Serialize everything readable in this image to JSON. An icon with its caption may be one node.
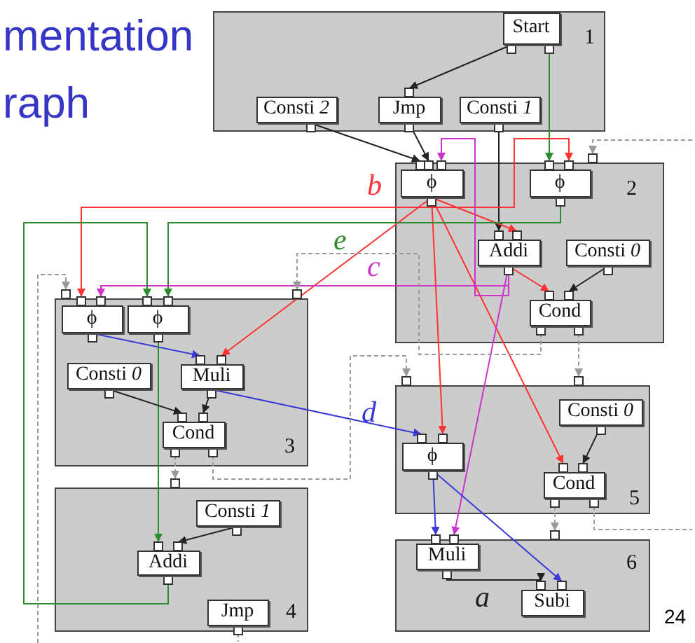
{
  "diagram": {
    "title": "mentation raph",
    "nodes": [
      {
        "text": [
          "1"
        ]
      },
      {
        "text": [
          "Start"
        ],
        "in": 0
      },
      {
        "text": [
          "Consti *2*"
        ],
        "in": 0
      },
      {
        "text": [
          "Jmp"
        ],
        "in": 0
      },
      {
        "text": [
          "Consti *1*"
        ],
        "in": 0
      },
      {
        "text": [
          "2"
        ]
      },
      {
        "text": [
          "ϕ"
        ],
        "in": 5
      },
      {
        "text": [
          "ϕ"
        ],
        "in": 5
      },
      {
        "text": [
          "Addi"
        ],
        "in": 5
      },
      {
        "text": [
          "Consti *0*"
        ],
        "in": 5
      },
      {
        "text": [
          "Cond"
        ],
        "in": 5
      },
      {
        "text": [
          "3"
        ]
      },
      {
        "text": [
          "ϕ"
        ],
        "in": 11
      },
      {
        "text": [
          "ϕ"
        ],
        "in": 11
      },
      {
        "text": [
          "Consti *0*"
        ],
        "in": 11
      },
      {
        "text": [
          "Muli"
        ],
        "in": 11
      },
      {
        "text": [
          "Cond"
        ],
        "in": 11
      },
      {
        "text": [
          "4"
        ]
      },
      {
        "text": [
          "Consti *1*"
        ],
        "in": 17
      },
      {
        "text": [
          "Addi"
        ],
        "in": 17
      },
      {
        "text": [
          "Jmp"
        ],
        "in": 17
      },
      {
        "text": [
          "5"
        ]
      },
      {
        "text": [
          "ϕ"
        ],
        "in": 21
      },
      {
        "text": [
          "Consti *0*"
        ],
        "in": 21
      },
      {
        "text": [
          "Cond"
        ],
        "in": 21
      },
      {
        "text": [
          "6"
        ]
      },
      {
        "text": [
          "Muli"
        ],
        "in": 25
      },
      {
        "text": [
          "Subi"
        ],
        "in": 25
      }
    ],
    "edges": [
      {
        "from": 1,
        "to": 3,
        "arrow": "to"
      },
      {
        "from": 1,
        "to": 7,
        "arrow": "to",
        "color": "#2e8b2e"
      },
      {
        "from": 2,
        "to": 6,
        "arrow": "to"
      },
      {
        "from": 3,
        "to": 6,
        "arrow": "to"
      },
      {
        "from": 4,
        "to": 8,
        "arrow": "to"
      },
      {
        "from": 6,
        "to": 7,
        "arrow": "to",
        "color": "#ff3333"
      },
      {
        "from": 6,
        "to": 12,
        "arrow": "to",
        "label": "b",
        "color": "#ff3333"
      },
      {
        "from": 6,
        "to": 8,
        "arrow": "to",
        "color": "#ff3333"
      },
      {
        "from": 6,
        "to": 15,
        "arrow": "to",
        "color": "#ff3333"
      },
      {
        "from": 6,
        "to": 22,
        "arrow": "to",
        "color": "#ff3333"
      },
      {
        "from": 6,
        "to": 24,
        "arrow": "to",
        "color": "#ff3333"
      },
      {
        "from": 8,
        "to": 10,
        "arrow": "to",
        "color": "#ff3333"
      },
      {
        "from": 9,
        "to": 10,
        "arrow": "to"
      },
      {
        "from": 7,
        "to": 13,
        "arrow": "to",
        "label": "e",
        "color": "#2e8b2e"
      },
      {
        "from": 8,
        "to": 12,
        "arrow": "to",
        "label": "c",
        "color": "#cc33cc"
      },
      {
        "from": 8,
        "to": 6,
        "arrow": "to",
        "color": "#cc33cc"
      },
      {
        "from": 8,
        "to": 26,
        "arrow": "to",
        "color": "#cc33cc"
      },
      {
        "from": 12,
        "to": 15,
        "arrow": "to",
        "color": "#3a3ad6"
      },
      {
        "from": 13,
        "to": 19,
        "arrow": "to",
        "color": "#2e8b2e"
      },
      {
        "from": 19,
        "to": 13,
        "arrow": "to",
        "color": "#2e8b2e"
      },
      {
        "from": 14,
        "to": 16,
        "arrow": "to"
      },
      {
        "from": 15,
        "to": 16,
        "arrow": "to"
      },
      {
        "from": 15,
        "to": 22,
        "arrow": "to",
        "label": "d",
        "color": "#3a3ad6"
      },
      {
        "from": 18,
        "to": 19,
        "arrow": "to"
      },
      {
        "from": 23,
        "to": 24,
        "arrow": "to"
      },
      {
        "from": 22,
        "to": 26,
        "arrow": "to",
        "color": "#3a3ad6"
      },
      {
        "from": 22,
        "to": 27,
        "arrow": "to",
        "color": "#3a3ad6"
      },
      {
        "from": 26,
        "to": 27,
        "arrow": "to",
        "label": "a"
      },
      {
        "from": 16,
        "to": 17,
        "arrow": "to",
        "style": "dashed",
        "color": "#999999"
      },
      {
        "from": 16,
        "to": 21,
        "arrow": "to",
        "style": "dashed",
        "color": "#999999"
      },
      {
        "from": 10,
        "to": 11,
        "arrow": "to",
        "style": "dashed",
        "color": "#999999"
      },
      {
        "from": 10,
        "to": 21,
        "arrow": "to",
        "style": "dashed",
        "color": "#999999"
      },
      {
        "from": 24,
        "to": 25,
        "arrow": "to",
        "style": "dashed",
        "color": "#999999"
      },
      {
        "from": 24,
        "to": null,
        "arrow": "none",
        "style": "dashed",
        "color": "#999999"
      },
      {
        "from": null,
        "to": 5,
        "arrow": "to",
        "style": "dashed",
        "color": "#999999"
      },
      {
        "from": 20,
        "to": null,
        "arrow": "none",
        "style": "dashed",
        "color": "#999999"
      },
      {
        "from": null,
        "to": 11,
        "arrow": "to",
        "style": "dashed",
        "color": "#999999"
      }
    ],
    "labels": [
      "24"
    ]
  }
}
